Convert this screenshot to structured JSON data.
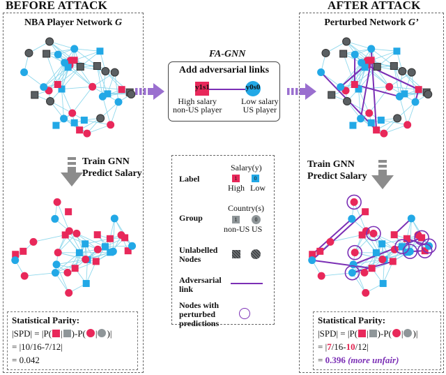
{
  "headers": {
    "before": "BEFORE ATTACK",
    "after": "AFTER ATTACK"
  },
  "left": {
    "title_prefix": "NBA Player Network ",
    "title_var": "G",
    "train1": "Train GNN",
    "train2": "Predict Salary",
    "spd_title": "Statistical Parity:",
    "spd_lhs": "|SPD| = |P(",
    "spd_mid1": ")-P(",
    "spd_end": ")|",
    "spd_line2": "= |10/16-7/12|",
    "spd_line3": "= 0.042"
  },
  "right": {
    "title_prefix": "Perturbed Network ",
    "title_var": "G’",
    "train1": "Train GNN",
    "train2": "Predict Salary",
    "spd_title": "Statistical Parity:",
    "spd_lhs": "|SPD| = |P(",
    "spd_mid1": ")-P(",
    "spd_end": ")|",
    "spd_l2_a": "= |",
    "spd_l2_b": "7",
    "spd_l2_c": "/16-",
    "spd_l2_d": "10",
    "spd_l2_e": "/12|",
    "spd_l3_a": "= ",
    "spd_l3_b": "0.396",
    "spd_l3_c": "(more unfair)"
  },
  "fagnn": {
    "name": "FA-GNN",
    "box_title": "Add adversarial links",
    "node_high": "y1s1",
    "node_low": "y0s0",
    "high_label1": "High salary",
    "high_label2": "non-US player",
    "low_label1": "Low salary",
    "low_label2": "US player"
  },
  "legend": {
    "label_title": "Label",
    "salary_caption": "Salary(y)",
    "high_val": "1",
    "high": "High",
    "low_val": "0",
    "low": "Low",
    "group_title": "Group",
    "country_caption": "Country(s)",
    "nonus_val": "1",
    "nonus": "non-US",
    "us_val": "0",
    "us": "US",
    "unlabelled1": "Unlabelled",
    "unlabelled2": "Nodes",
    "adv1": "Adversarial",
    "adv2": "link",
    "pert1": "Nodes with",
    "pert2": "perturbed",
    "pert3": "predictions"
  },
  "colors": {
    "red": "#e8285a",
    "blue": "#22a8e6",
    "gray": "#8f9699",
    "edge": "#8fd8ec",
    "purple": "#7b2fb5",
    "arrow": "#8c8c8c"
  }
}
